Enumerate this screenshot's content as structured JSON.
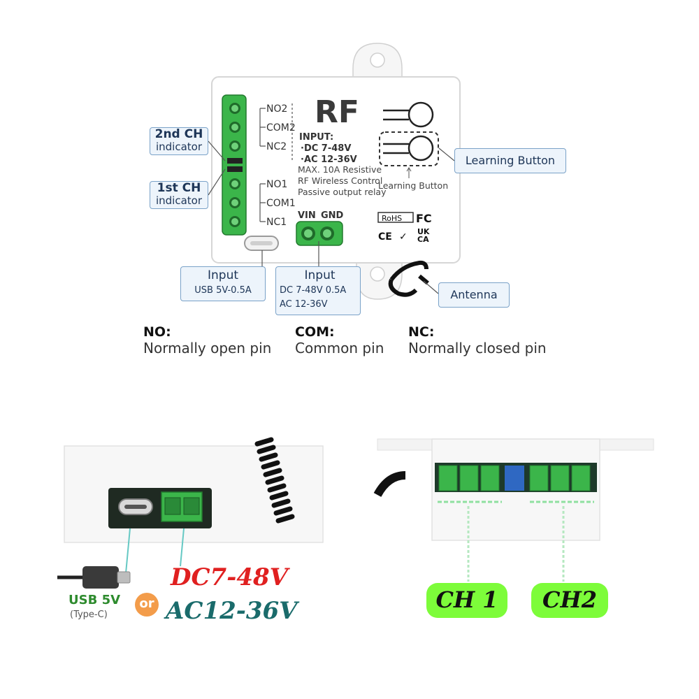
{
  "device": {
    "title": "RF",
    "input_heading": "INPUT:",
    "input_dc": "·DC 7-48V",
    "input_ac": "·AC 12-36V",
    "spec_lines": [
      "MAX. 10A  Resistive",
      "RF Wireless Control",
      "Passive output relay"
    ],
    "learning_button_label": "Learning Button",
    "terminal_labels": [
      "NO2",
      "COM2",
      "NC2",
      "NO1",
      "COM1",
      "NC1"
    ],
    "power_terminal_vin": "VIN",
    "power_terminal_gnd": "GND",
    "cert_rohs": "RoHS",
    "cert_fc": "FC",
    "cert_ce": "CE",
    "cert_uk": "UK",
    "cert_ca": "CA"
  },
  "callouts": {
    "ch2_indicator": [
      "2nd CH",
      "indicator"
    ],
    "ch1_indicator": [
      "1st CH",
      "indicator"
    ],
    "learning_button": "Learning Button",
    "antenna": "Antenna",
    "usb_input": [
      "Input",
      "USB 5V-0.5A"
    ],
    "dc_input": [
      "Input",
      "DC 7-48V 0.5A",
      "AC 12-36V"
    ]
  },
  "legend": [
    {
      "key": "NO",
      "value": "Normally open pin"
    },
    {
      "key": "COM",
      "value": "Common pin"
    },
    {
      "key": "NC",
      "value": "Normally closed pin"
    }
  ],
  "bottom_left": {
    "usb_label": "USB 5V",
    "usb_sub": "(Type-C)",
    "or_label": "or",
    "dc_label": "DC7-48V",
    "ac_label": "AC12-36V"
  },
  "bottom_right": {
    "ch1_label": "CH 1",
    "ch2_label": "CH2"
  },
  "colors": {
    "terminal_green": "#3bb54a",
    "callout_bg": "#edf4fb",
    "callout_border": "#7aa2c8",
    "dc_red": "#e02020",
    "ac_teal": "#1a6b6b",
    "usb_green": "#2e8b2e",
    "or_orange": "#f39c4a",
    "ch_badge": "#7dfc3a"
  }
}
